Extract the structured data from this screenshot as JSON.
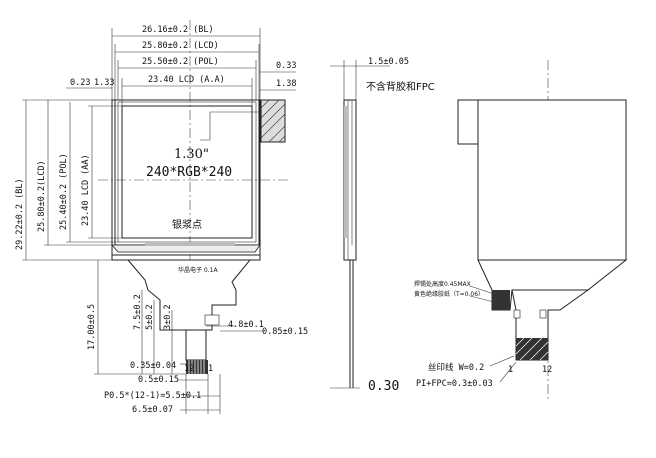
{
  "front_view": {
    "dims_top": {
      "bl_width": "26.16±0.2 (BL)",
      "lcd_width": "25.80±0.2 (LCD)",
      "pol_width": "25.50±0.2 (POL)",
      "aa_width": "23.40 LCD (A.A)",
      "left_offset_a": "0.23",
      "left_offset_b": "1.33",
      "right_offset_a": "0.33",
      "right_offset_b": "1.38"
    },
    "dims_left": {
      "bl_height": "29.22±0.2 (BL)",
      "lcd_height": "25.80±0.2(LCD)",
      "pol_height": "25.40±0.2 (POL)",
      "aa_height": "23.40 LCD (AA)"
    },
    "center_label_size": "1.30\"",
    "center_label_res": "240*RGB*240",
    "silver_paste": "银浆点",
    "fpc_print": "华晶电子 0.1A",
    "dims_fpc": {
      "fpc_length": "17.00±0.5",
      "d1": "7.5±0.2",
      "d2": "5±0.2",
      "d3": "3±0.2",
      "d4": "4.8±0.1",
      "d5": "0.85±0.15",
      "d6": "0.35±0.04",
      "d7": "0.5±0.15",
      "d8": "P0.5*(12-1)=5.5±0.1",
      "d9": "6.5±0.07",
      "pin_last": "12",
      "pin_first": "1"
    }
  },
  "side_view": {
    "thickness": "1.5±0.05",
    "note_no_backlight": "不含背胶和FPC",
    "fpc_thickness": "0.30"
  },
  "right_view": {
    "solder_note": "焊锡处高度0.45MAX",
    "tape_note": "黄色绝缘胶纸（T=0.06）",
    "silkscreen": "丝印线 W=0.2",
    "pi_fpc": "PI+FPC=0.3±0.03",
    "pin_first": "1",
    "pin_last": "12"
  }
}
